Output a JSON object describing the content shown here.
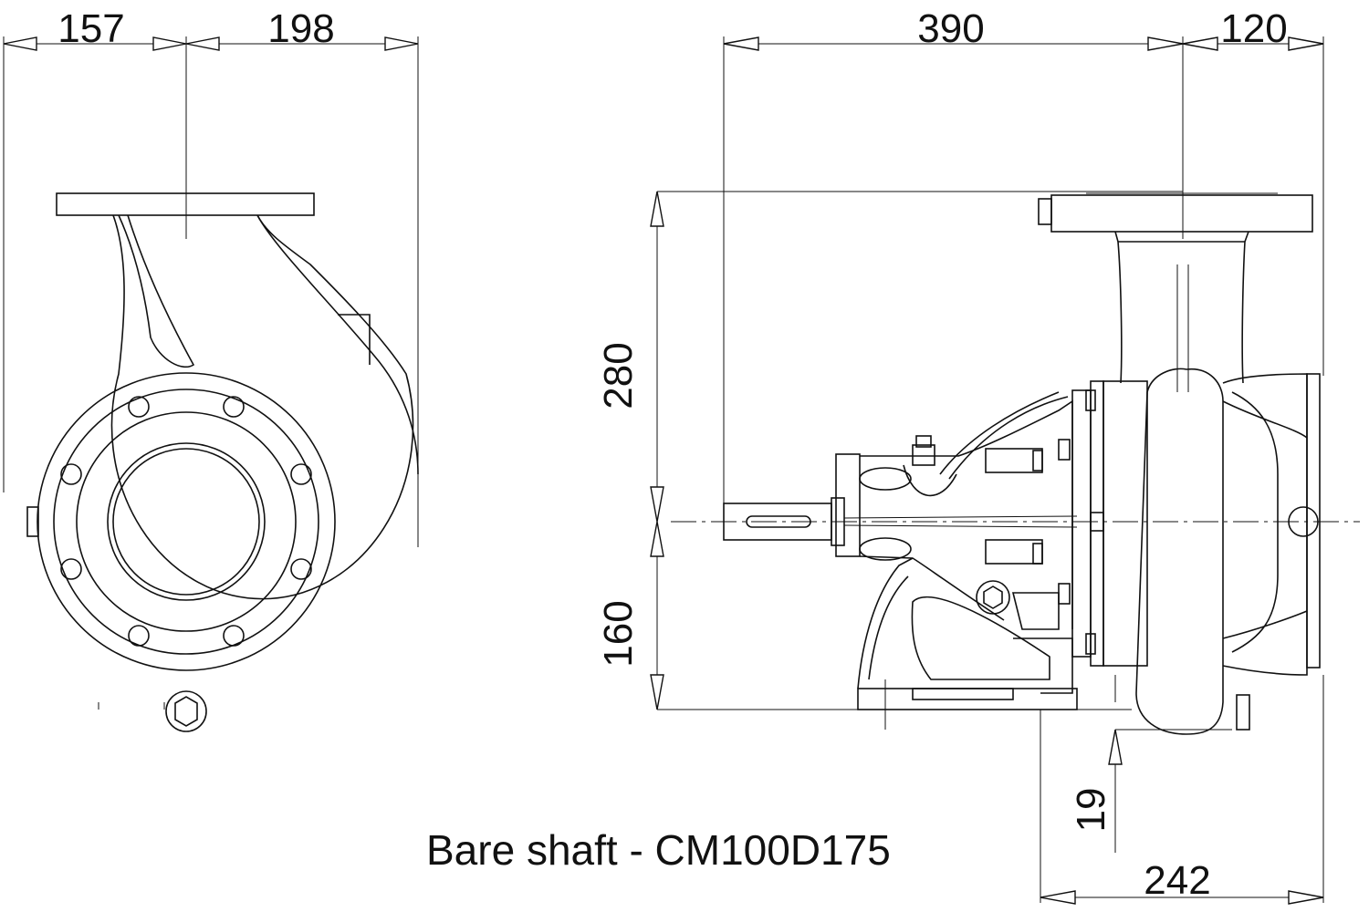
{
  "drawing": {
    "caption": "Bare shaft - CM100D175",
    "colors": {
      "line": "#111111",
      "background": "#ffffff"
    }
  },
  "dimensions": {
    "front_left_width": "157",
    "front_right_width": "198",
    "side_shaft_length": "390",
    "side_outlet_offset": "120",
    "height_above_shaft": "280",
    "height_below_shaft": "160",
    "foot_offset": "19",
    "base_length": "242"
  }
}
